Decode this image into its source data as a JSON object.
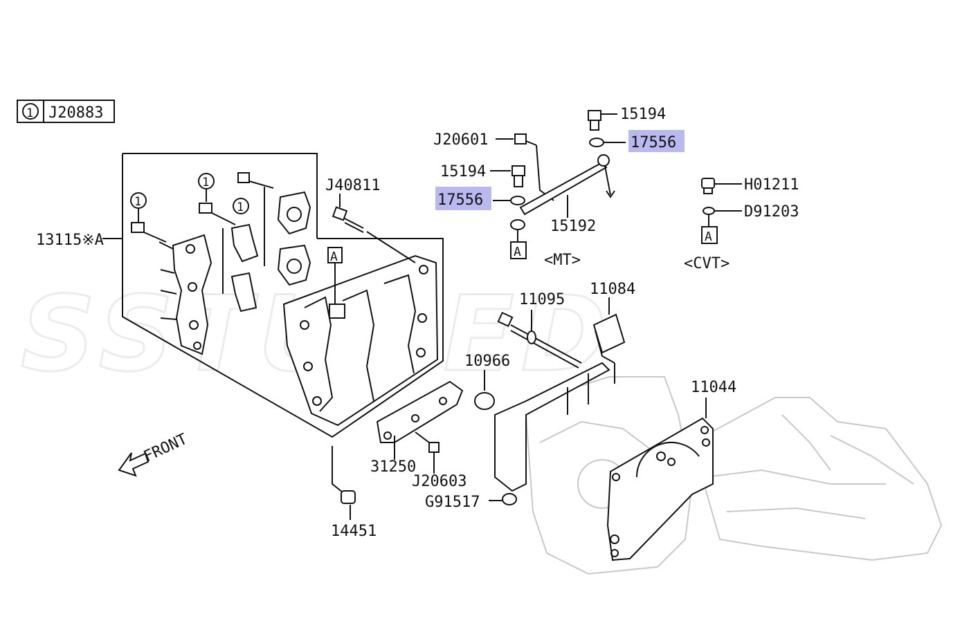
{
  "watermark": "SSTUNED",
  "ref_box": {
    "circle": "1",
    "code": "J20883"
  },
  "labels": {
    "p13115": "13115※A",
    "pJ40811": "J40811",
    "pJ20601": "J20601",
    "p15194_top": "15194",
    "p17556_top": "17556",
    "p15194_mid": "15194",
    "p17556_mid": "17556",
    "p15192": "15192",
    "pH01211": "H01211",
    "pD91203": "D91203",
    "mt": "<MT>",
    "cvt": "<CVT>",
    "p11095": "11095",
    "p11084": "11084",
    "p10966": "10966",
    "p11044": "11044",
    "p31250": "31250",
    "pJ20603": "J20603",
    "pG91517": "G91517",
    "p14451": "14451",
    "front": "FRONT"
  },
  "markers": {
    "a": "A",
    "one": "1"
  },
  "highlight_color": "#b9b9f0"
}
